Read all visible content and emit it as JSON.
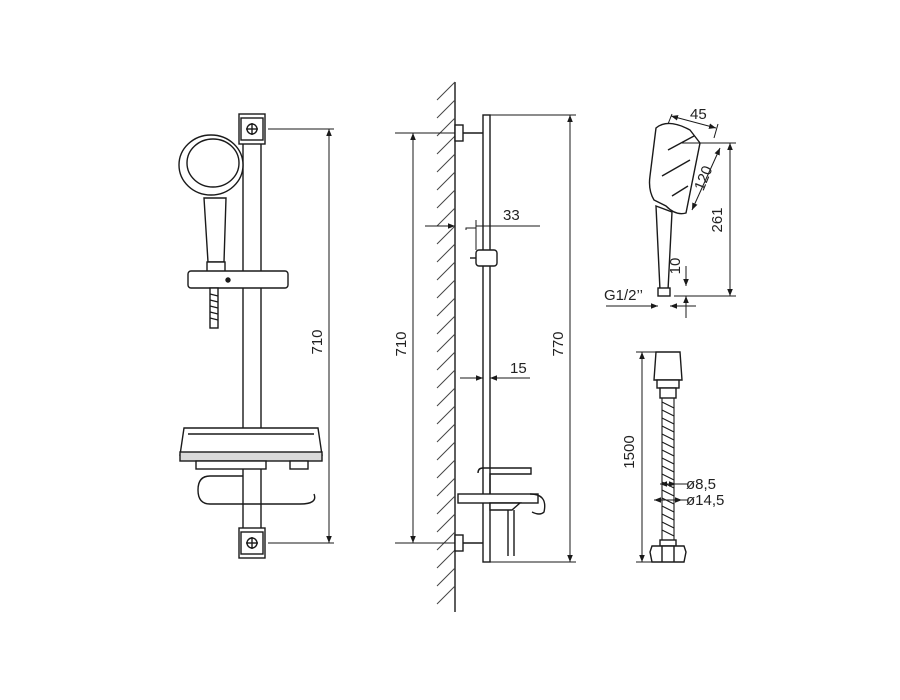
{
  "colors": {
    "line": "#1a1a1a",
    "hatch": "#444444",
    "background": "#ffffff",
    "tray": "#d9d9d9"
  },
  "dimensions": {
    "front_height": "710",
    "side_height_inner": "710",
    "side_height_outer": "770",
    "wall_offset_top": "33",
    "wall_offset_bar": "15",
    "head_width": "45",
    "head_diameter": "120",
    "handshower_length": "261",
    "thread_length": "10",
    "thread": "G1/2’’",
    "hose_length": "1500",
    "hose_inner_diameter": "ø8,5",
    "hose_outer_diameter": "ø14,5"
  }
}
